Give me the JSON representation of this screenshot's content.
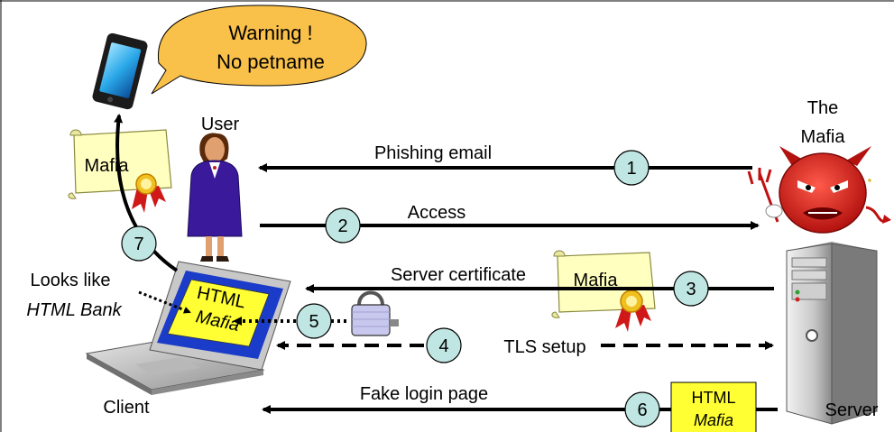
{
  "callout": {
    "line1": "Warning !",
    "line2": "No petname"
  },
  "labels": {
    "user": "User",
    "mafia_line1": "The",
    "mafia_line2": "Mafia",
    "client": "Client",
    "server": "Server",
    "looks_like_line1": "Looks like",
    "looks_like_line2": "HTML Bank"
  },
  "arrows": [
    {
      "step": "1",
      "label": "Phishing email"
    },
    {
      "step": "2",
      "label": "Access"
    },
    {
      "step": "3",
      "label": "Server certificate"
    },
    {
      "step": "4",
      "label": "TLS setup"
    },
    {
      "step": "5",
      "label": ""
    },
    {
      "step": "6",
      "label": "Fake login page"
    },
    {
      "step": "7",
      "label": ""
    }
  ],
  "certificates": [
    {
      "text": "Mafia"
    },
    {
      "text": "Mafia"
    }
  ],
  "screen": {
    "line1": "HTML",
    "line2": "Mafia"
  },
  "page_box": {
    "line1": "HTML",
    "line2": "Mafia"
  },
  "colors": {
    "step_circle": "#bfe6e2",
    "callout": "#f9c04a",
    "certificate": "#ffffc0",
    "page_box": "#ffff33",
    "mafia_red": "#e0201c",
    "user_suit": "#3a1a9a"
  }
}
